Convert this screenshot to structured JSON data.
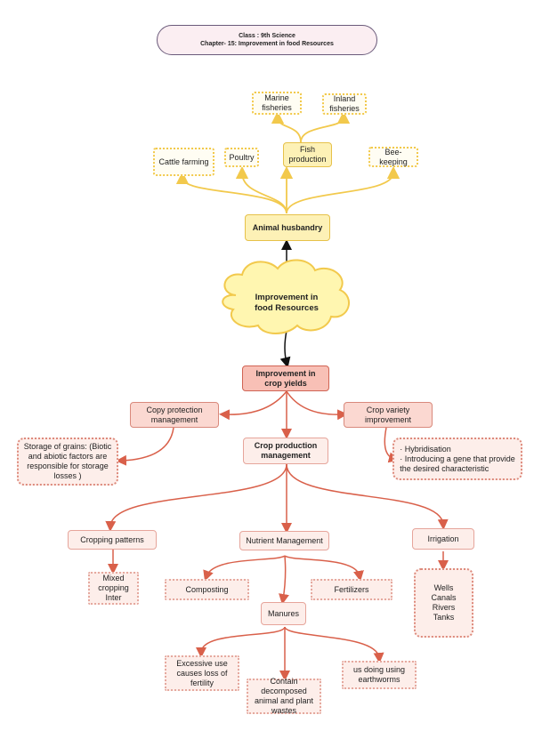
{
  "header": {
    "line1": "Class : 9th Science",
    "line2": "Chapter- 15: Improvement in food Resources"
  },
  "center": "Improvement in food Resources",
  "animal": {
    "title": "Animal husbandry",
    "cattle": "Cattle farming",
    "poultry": "Poultry",
    "fish": "Fish production",
    "marine": "Marine fisheries",
    "inland": "Inland fisheries",
    "bee": "Bee- keeping"
  },
  "crop": {
    "title": "Improvement in crop yields",
    "protection": "Copy protection management",
    "storage": "Storage of grains: (Biotic and abiotic factors are responsible for storage losses )",
    "variety": "Crop variety improvement",
    "variety_items": [
      "· Hybridisation",
      "· Introducing a gene that provide",
      "the desired characteristic"
    ],
    "production": "Crop production management",
    "cropping": "Cropping patterns",
    "cropping_items": "Mixed cropping Inter",
    "nutrient": "Nutrient Management",
    "composting": "Composting",
    "fertilizers": "Fertilizers",
    "manures": "Manures",
    "excessive": "Excessive use causes loss of fertility",
    "contain": "Contain decomposed animal and plant wastes",
    "worms": "us doing using earthworms",
    "irrigation": "Irrigation",
    "irrigation_items": [
      "Wells",
      "Canals",
      "Rivers",
      "Tanks"
    ]
  },
  "colors": {
    "yellow_line": "#f2c94c",
    "red_line": "#d9604a",
    "black_line": "#111111"
  }
}
